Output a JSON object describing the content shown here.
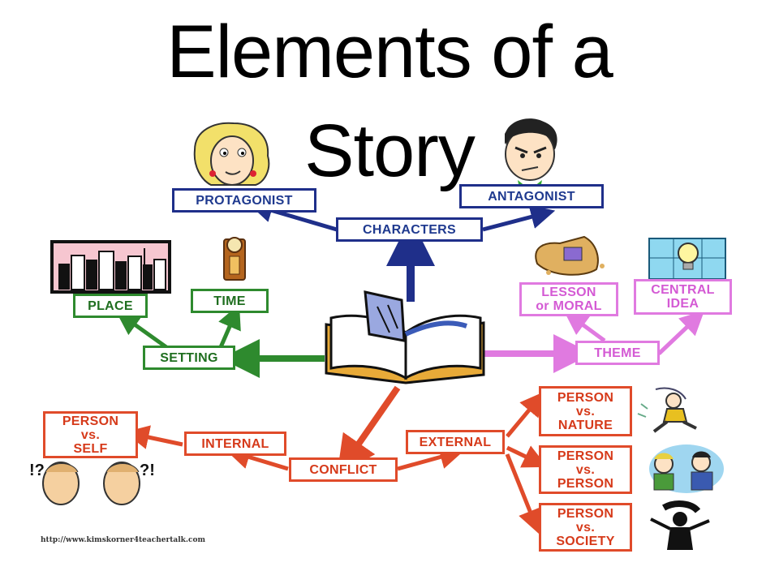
{
  "title": {
    "line1": "Elements of a",
    "line2": "Story"
  },
  "characters": {
    "label": "CHARACTERS",
    "protagonist": "PROTAGONIST",
    "antagonist": "ANTAGONIST"
  },
  "setting": {
    "label": "SETTING",
    "place": "PLACE",
    "time": "TIME"
  },
  "theme": {
    "label": "THEME",
    "lesson": "LESSON\nor MORAL",
    "central_idea": "CENTRAL\nIDEA"
  },
  "conflict": {
    "label": "CONFLICT",
    "internal": "INTERNAL",
    "external": "EXTERNAL",
    "person_vs_self": "PERSON\nvs.\nSELF",
    "person_vs_nature": "PERSON\nvs.\nNATURE",
    "person_vs_person": "PERSON\nvs.\nPERSON",
    "person_vs_society": "PERSON\nvs.\nSOCIETY"
  },
  "colors": {
    "characters": "#1f2f8a",
    "setting": "#2e8a2e",
    "theme": "#e07ae0",
    "conflict": "#e04b2a"
  },
  "icons": [
    "girl-face-icon",
    "angry-boy-icon",
    "city-skyline-icon",
    "grandfather-clock-icon",
    "open-book-icon",
    "treasure-bag-icon",
    "lightbulb-puzzle-icon",
    "running-man-icon",
    "arguing-men-icon",
    "protest-figure-icon",
    "confused-faces-icon"
  ],
  "credit": "http://www.kimskorner4teachertalk.com"
}
